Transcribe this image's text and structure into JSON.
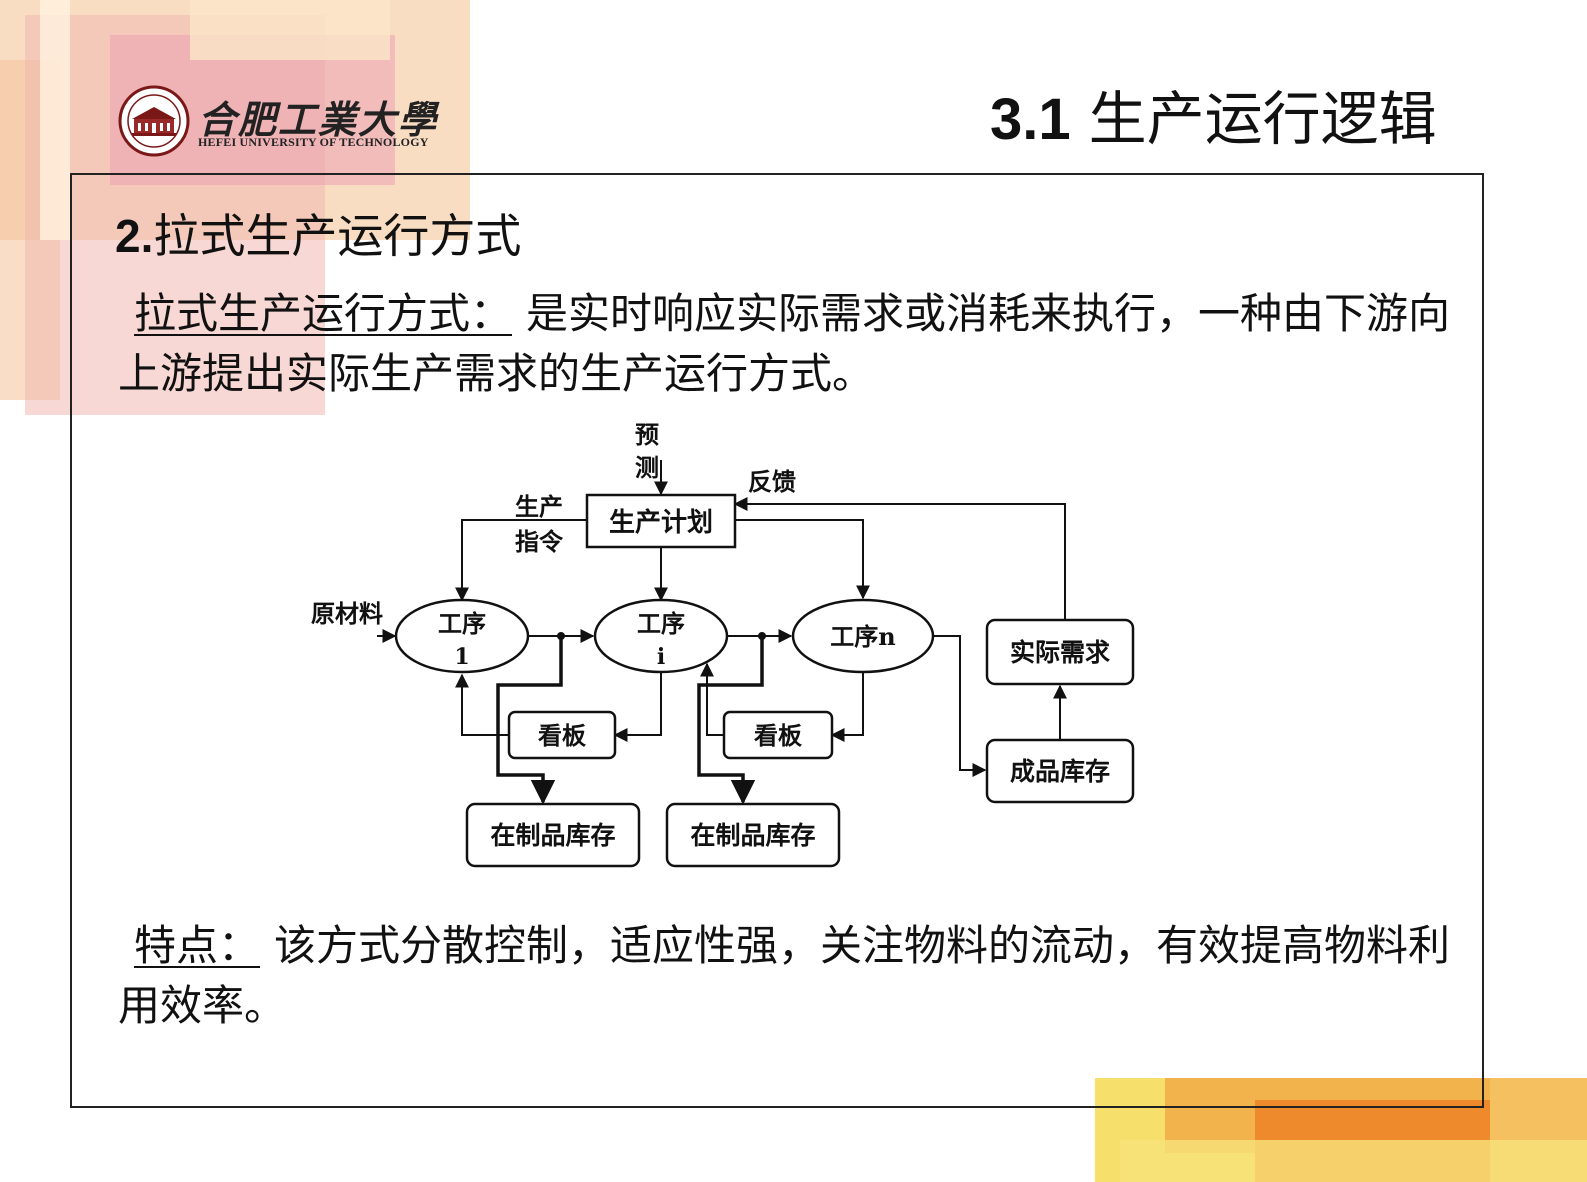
{
  "header": {
    "logo_cn": "合肥工業大學",
    "logo_en": "HEFEI UNIVERSITY OF TECHNOLOGY",
    "title_num": "3.1",
    "title_text": "生产运行逻辑"
  },
  "section": {
    "num": "2.",
    "title": "拉式生产运行方式"
  },
  "definition": {
    "term": "拉式生产运行方式：",
    "text": "是实时响应实际需求或消耗来执行，一种由下游向上游提出实际生产需求的生产运行方式。"
  },
  "diagram": {
    "forecast": [
      "预",
      "测"
    ],
    "feedback": "反馈",
    "instruction": [
      "生产",
      "指令"
    ],
    "plan": "生产计划",
    "raw_material": "原材料",
    "process_1": [
      "工序",
      "1"
    ],
    "process_i": [
      "工序",
      "i"
    ],
    "process_n": "工序n",
    "kanban_1": "看板",
    "kanban_2": "看板",
    "wip_1": "在制品库存",
    "wip_2": "在制品库存",
    "demand": "实际需求",
    "finished_goods": "成品库存"
  },
  "features": {
    "term": "特点：",
    "text": "该方式分散控制，适应性强，关注物料的流动，有效提高物料利用效率。"
  }
}
